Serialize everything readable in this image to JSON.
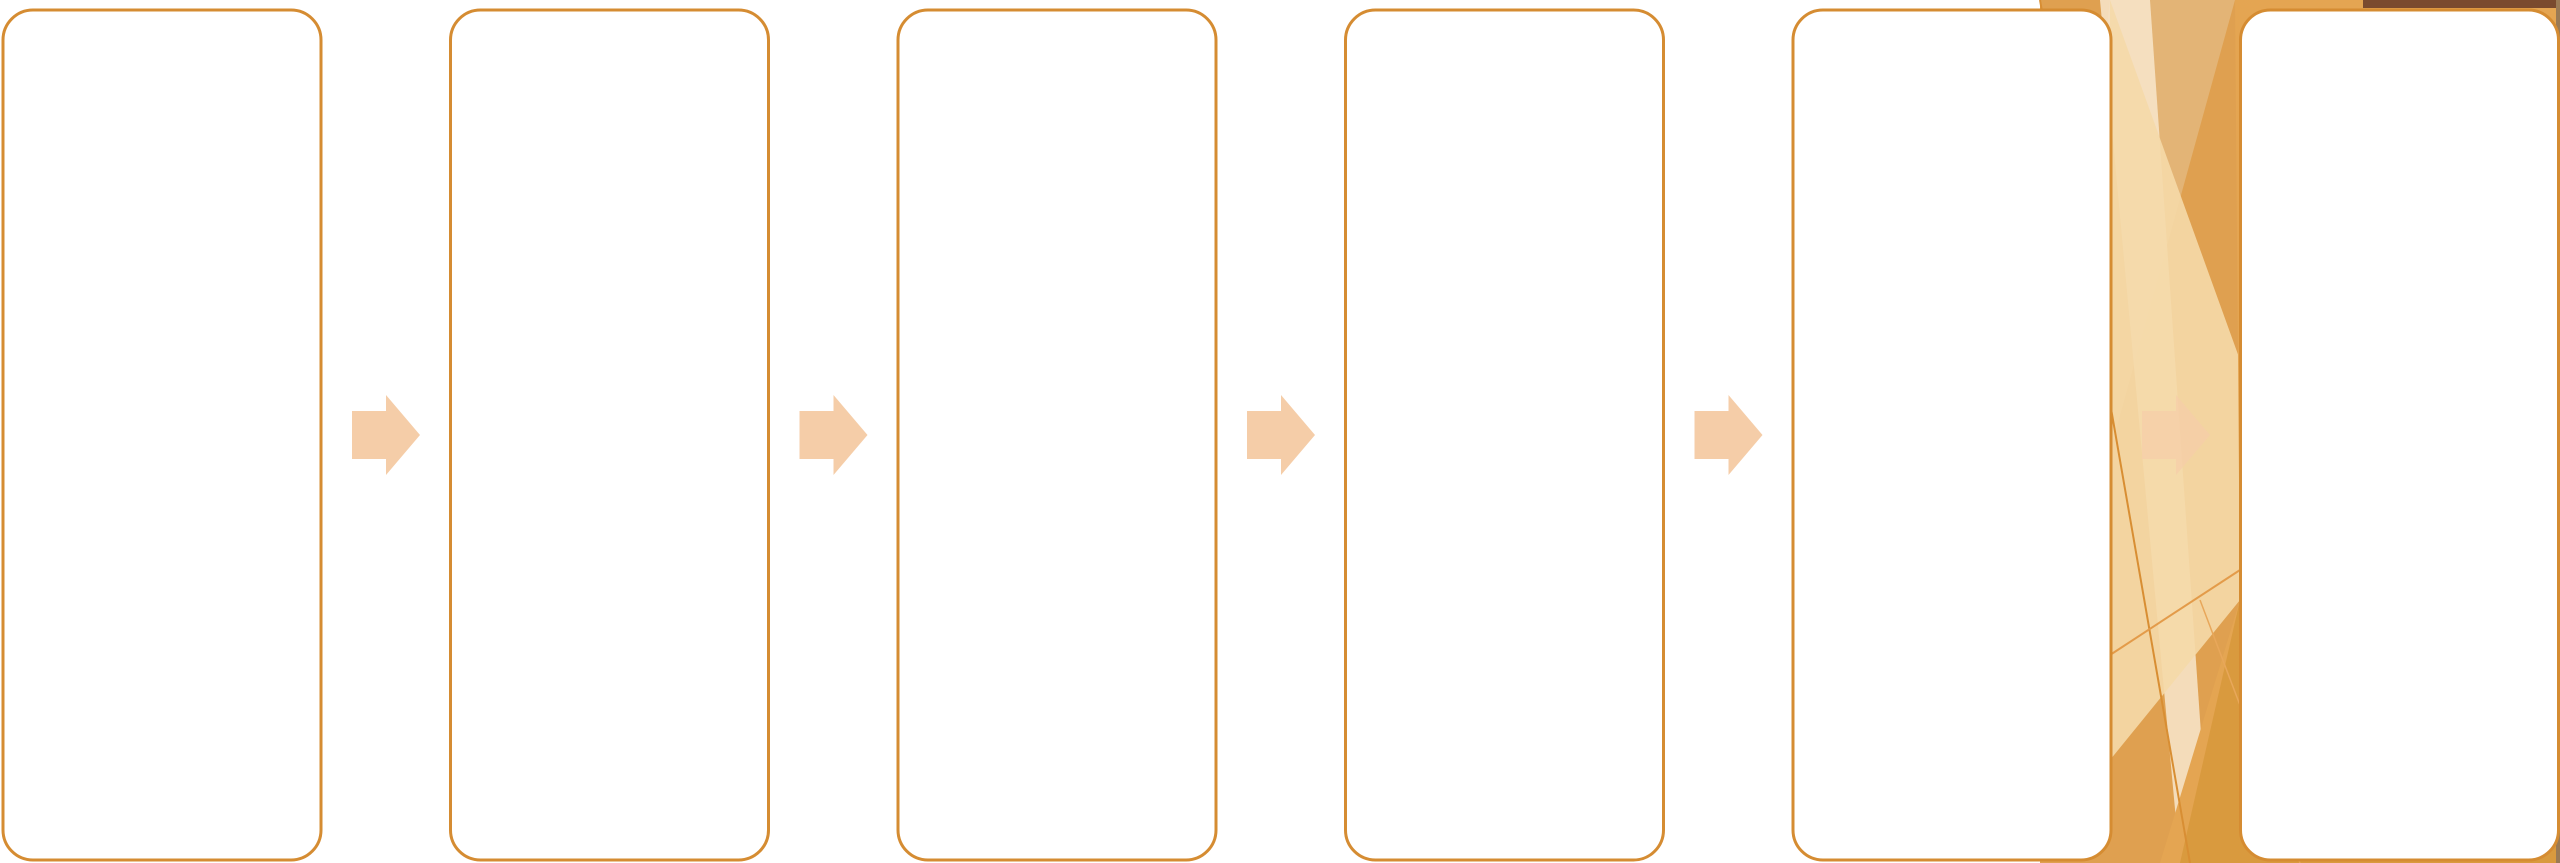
{
  "diagram": {
    "type": "process-flow",
    "box_count": 6,
    "boxes": [
      {
        "label": ""
      },
      {
        "label": ""
      },
      {
        "label": ""
      },
      {
        "label": ""
      },
      {
        "label": ""
      },
      {
        "label": ""
      }
    ],
    "arrow_count": 5,
    "connector": "chevron-arrow"
  },
  "colors": {
    "box_border": "#D58C32",
    "box_fill": "#FFFFFF",
    "arrow_fill": "#F5CDA8",
    "accent_light": "#F8E2C2",
    "accent_mid": "#F3C77E",
    "accent_dark": "#D99A3E",
    "accent_brown": "#7A4A2E"
  }
}
